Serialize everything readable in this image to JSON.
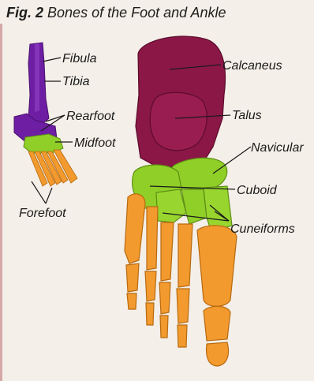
{
  "caption": {
    "number": "Fig. 2",
    "title": "Bones of the Foot and Ankle"
  },
  "labels": {
    "fibula": "Fibula",
    "tibia": "Tibia",
    "rearfoot": "Rearfoot",
    "midfoot": "Midfoot",
    "forefoot": "Forefoot",
    "calcaneus": "Calcaneus",
    "talus": "Talus",
    "navicular": "Navicular",
    "cuboid": "Cuboid",
    "cuneiforms": "Cuneiforms"
  },
  "colors": {
    "rearfoot": "#8b1747",
    "lower_leg": "#6d1ea3",
    "midfoot": "#8fcf27",
    "forefoot": "#f29a2e",
    "background": "#f4efe8",
    "frame": "#d6a7a7"
  }
}
